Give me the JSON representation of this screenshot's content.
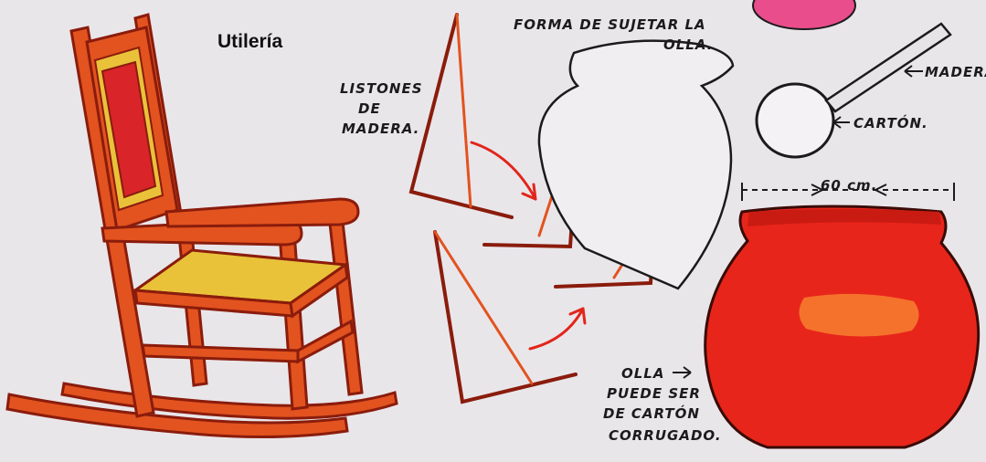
{
  "title": "Utilería",
  "labels": {
    "listones_line1": "LISTONES",
    "listones_line2": "DE",
    "listones_line3": "MADERA.",
    "forma_line1": "FORMA DE SUJETAR LA",
    "forma_line2": "OLLA.",
    "madera": "MADERA",
    "carton": "CARTÓN.",
    "size": "60 cm.",
    "olla_line1": "OLLA",
    "olla_line2": "PUEDE SER",
    "olla_line3": "DE CARTÓN",
    "olla_line4": "CORRUGADO."
  },
  "colors": {
    "background": "#e9e6ea",
    "wood": "#e2531f",
    "wood_dark": "#8a1c0c",
    "chair_panel": "#d9242a",
    "seat": "#e9c23a",
    "pot": "#e8251b",
    "pot_highlight": "#ffb23a",
    "spoon_handle": "#e94d8c"
  },
  "icons": [
    "rocking-chair",
    "wooden-sticks",
    "pot-outline",
    "spoon",
    "clay-pot"
  ]
}
